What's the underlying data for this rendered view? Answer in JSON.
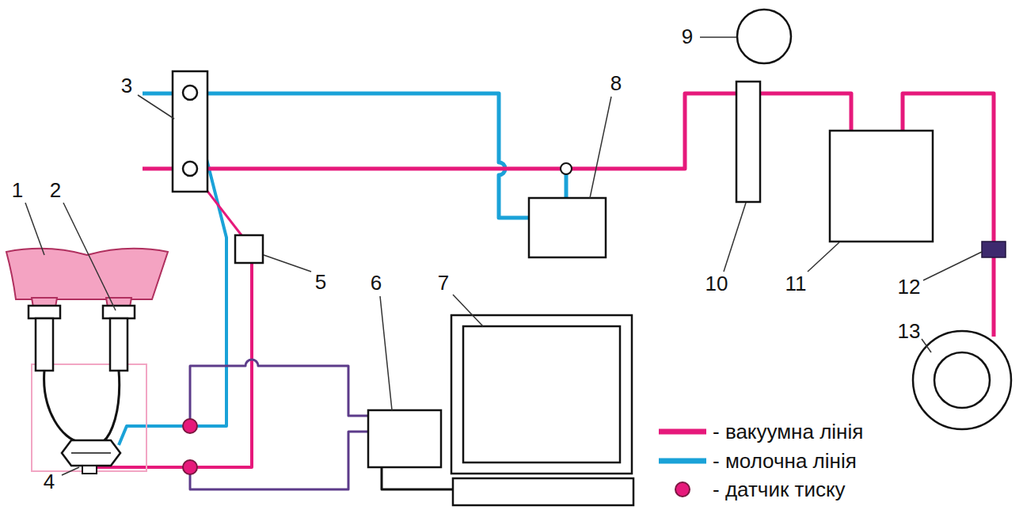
{
  "diagram": {
    "labels": [
      "1",
      "2",
      "3",
      "4",
      "5",
      "6",
      "7",
      "8",
      "9",
      "10",
      "11",
      "12",
      "13"
    ],
    "legend": [
      {
        "text": "- вакуумна лінія",
        "color": "#e6197b"
      },
      {
        "text": "- молочна лінія",
        "color": "#1aa2d8"
      },
      {
        "text": "- датчик тиску"
      }
    ]
  }
}
